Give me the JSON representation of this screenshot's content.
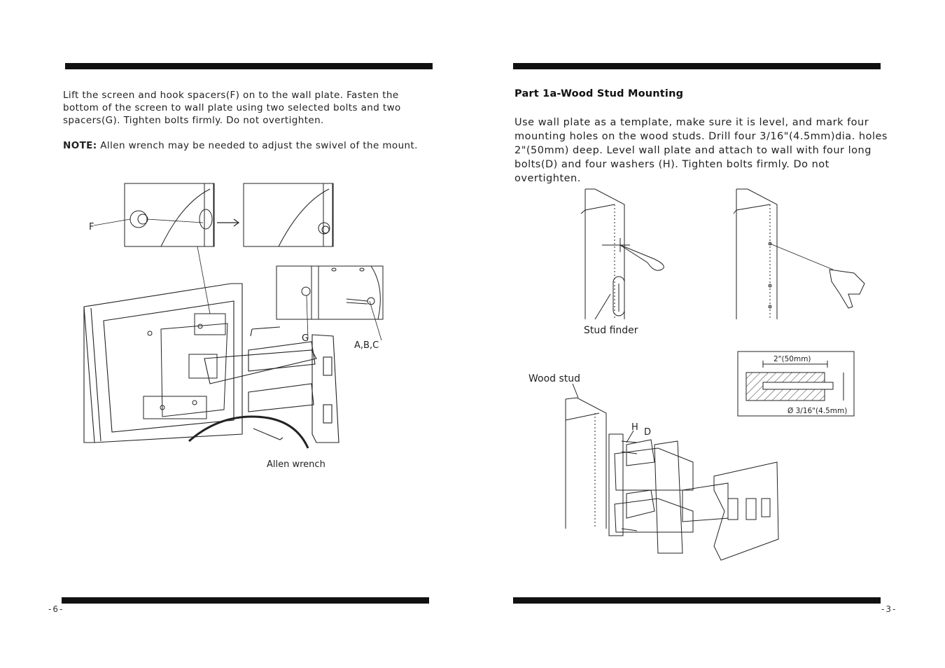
{
  "left_page": {
    "paragraph": "Lift the screen and hook spacers(F) on to the wall plate. Fasten the bottom of the screen to wall plate using two selected bolts and two spacers(G). Tighten bolts firmly. Do not overtighten.",
    "note_label": "NOTE:",
    "note_text": " Allen wrench may be needed to adjust the swivel of the mount.",
    "labels": {
      "f": "F",
      "g": "G",
      "abc": "A,B,C",
      "allen": "Allen wrench"
    },
    "page_number": "-6-"
  },
  "right_page": {
    "heading": "Part 1a-Wood Stud Mounting",
    "paragraph": "Use wall plate as a template, make sure it is level, and mark four mounting holes on the wood studs. Drill four 3/16\"(4.5mm)dia. holes 2\"(50mm) deep. Level wall plate and attach to wall with four long bolts(D) and four washers (H). Tighten bolts firmly. Do not overtighten.",
    "labels": {
      "stud_finder": "Stud  finder",
      "wood_stud": "Wood stud",
      "h": "H",
      "d": "D",
      "depth": "2\"(50mm)",
      "dia": "Ø 3/16\"(4.5mm)"
    },
    "page_number": "-3-"
  }
}
